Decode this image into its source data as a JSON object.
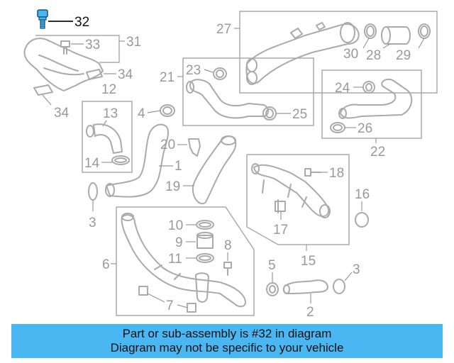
{
  "labels": {
    "n32": "32",
    "n33": "33",
    "n31": "31",
    "n34a": "34",
    "n34b": "34",
    "n12": "12",
    "n27": "27",
    "n30": "30",
    "n28": "28",
    "n29": "29",
    "n21": "21",
    "n23": "23",
    "n25": "25",
    "n24": "24",
    "n26": "26",
    "n22": "22",
    "n13": "13",
    "n14": "14",
    "n4": "4",
    "n20": "20",
    "n1": "1",
    "n19": "19",
    "n18": "18",
    "n16": "16",
    "n17": "17",
    "n15": "15",
    "n3a": "3",
    "n3b": "3",
    "n6": "6",
    "n10": "10",
    "n9": "9",
    "n11": "11",
    "n8": "8",
    "n7": "7",
    "n5": "5",
    "n2": "2"
  },
  "banner": {
    "line1": "Part or sub-assembly is #32 in diagram",
    "line2": "Diagram may not be specific to your vehicle"
  },
  "colors": {
    "highlight_part": "#4ab6f2",
    "banner_bg": "#4ab6f2",
    "linework": "#aaaaaa"
  }
}
